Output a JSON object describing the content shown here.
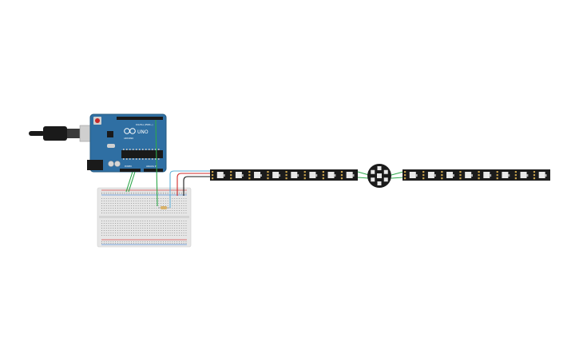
{
  "arduino": {
    "model_label": "UNO",
    "brand_label": "ARDUINO",
    "digital_label": "DIGITAL (PWM~)",
    "power_label": "POWER",
    "analog_label": "ANALOG IN",
    "board_color": "#2f6fa3",
    "header_color": "#1a1a1a"
  },
  "usb_cable": {
    "color": "#1a1a1a"
  },
  "breadboard": {
    "color": "#e6e6e6",
    "rail_red": "#d94a4a",
    "rail_blue": "#5a8fd9"
  },
  "led_strip_left": {
    "pixel_count": 8,
    "color": "#1b1b1b"
  },
  "led_strip_right": {
    "pixel_count": 8,
    "color": "#1b1b1b"
  },
  "neopixel_ring": {
    "pixel_count": 7,
    "color": "#1b1b1b"
  },
  "wires": {
    "data_color": "#2da84a",
    "power_color": "#d12a2a",
    "ground_color": "#1a1a1a",
    "signal_color": "#5fb0d8"
  },
  "resistor": {
    "color": "#d9b26a"
  }
}
